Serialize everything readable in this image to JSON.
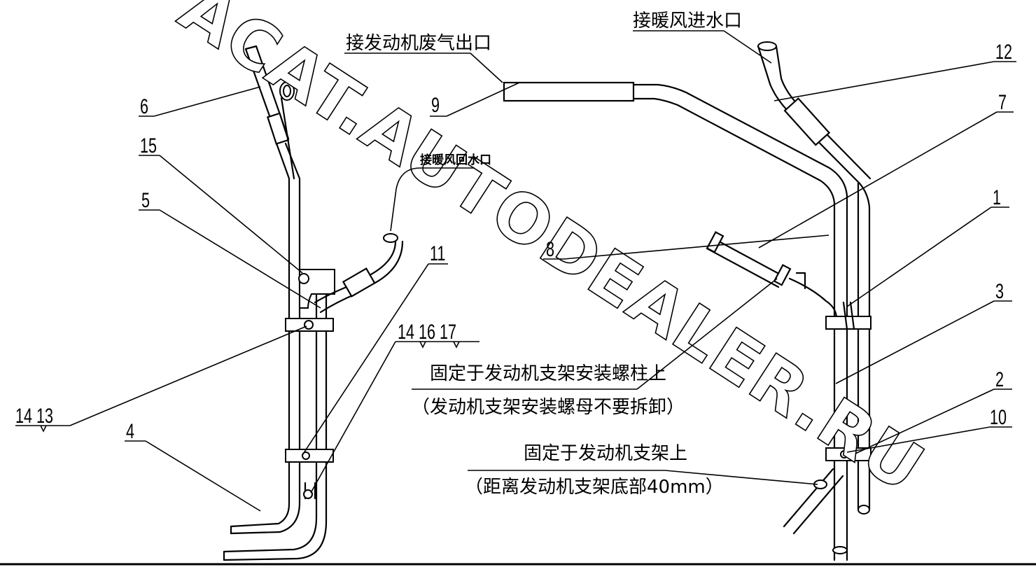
{
  "watermark": "ACAT.AUTODEALER.RU",
  "part_labels": {
    "p1": "1",
    "p2": "2",
    "p3": "3",
    "p4": "4",
    "p5": "5",
    "p6": "6",
    "p7": "7",
    "p8": "8",
    "p9": "9",
    "p10": "10",
    "p11": "11",
    "p12": "12",
    "p15": "15",
    "p14_13": "14  13",
    "p14_16_17": "14  16  17"
  },
  "annotations": {
    "engine_exhaust_outlet": "接发动机废气出口",
    "heater_inlet": "接暖风进水口",
    "heater_return": "接暖风回水口",
    "fix_stud": "固定于发动机支架安装螺柱上",
    "fix_stud_note": "（发动机支架安装螺母不要拆卸）",
    "fix_bracket": "固定于发动机支架上",
    "fix_bracket_note": "（距离发动机支架底部40mm）"
  }
}
